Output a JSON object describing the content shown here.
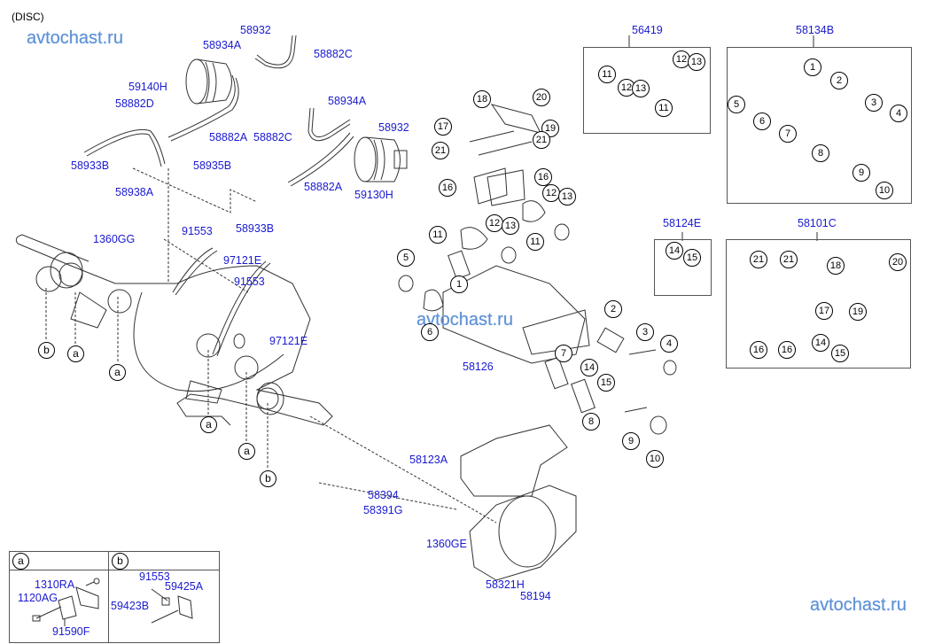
{
  "diagram": {
    "variant_label": "(DISC)",
    "watermarks": [
      "avtochast.ru",
      "avtochast.ru",
      "avtochast.ru"
    ],
    "axle_assembly": {
      "part_labels": [
        "58932",
        "58934A",
        "58882C",
        "59140H",
        "58882D",
        "58882A",
        "58934A",
        "58932",
        "58882C",
        "58933B",
        "58935B",
        "58882A",
        "59130H",
        "58938A",
        "58933B",
        "1360GG",
        "91553",
        "97121E",
        "91553",
        "97121E"
      ],
      "callout_letters": [
        "b",
        "a",
        "a",
        "a",
        "a",
        "b"
      ]
    },
    "caliper_assembly": {
      "part_labels": [
        "58126",
        "58123A",
        "58394",
        "58391G",
        "1360GE",
        "58321H",
        "58194"
      ],
      "callout_numbers": [
        "18",
        "20",
        "17",
        "19",
        "21",
        "21",
        "16",
        "16",
        "12",
        "13",
        "11",
        "12",
        "13",
        "11",
        "5",
        "1",
        "6",
        "2",
        "3",
        "4",
        "7",
        "14",
        "15",
        "8",
        "9",
        "10"
      ]
    },
    "kits": [
      {
        "code": "56419",
        "items": [
          "11",
          "12",
          "13",
          "11",
          "12",
          "13"
        ]
      },
      {
        "code": "58134B",
        "items": [
          "1",
          "5",
          "2",
          "6",
          "3",
          "7",
          "4",
          "8",
          "9",
          "10"
        ]
      },
      {
        "code": "58124E",
        "items": [
          "14",
          "15"
        ]
      },
      {
        "code": "58101C",
        "items": [
          "21",
          "21",
          "18",
          "20",
          "17",
          "19",
          "16",
          "16",
          "14",
          "15"
        ]
      }
    ],
    "detail_inset": {
      "a": {
        "letter": "a",
        "labels": [
          "1310RA",
          "1120AG",
          "91590F"
        ]
      },
      "b": {
        "letter": "b",
        "labels": [
          "91553",
          "59425A",
          "59423B"
        ]
      }
    }
  }
}
